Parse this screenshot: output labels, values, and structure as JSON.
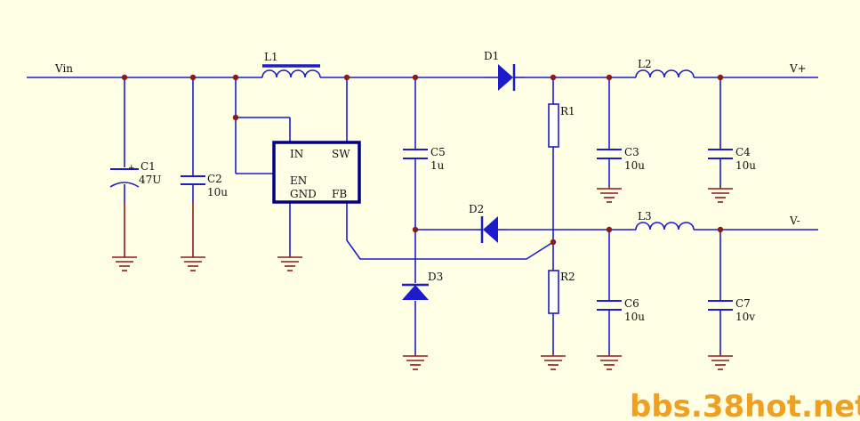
{
  "nets": {
    "vin": "Vin",
    "vpos": "V+",
    "vneg": "V-"
  },
  "ic": {
    "pins": {
      "in": "IN",
      "sw": "SW",
      "en": "EN",
      "gnd": "GND",
      "fb": "FB"
    }
  },
  "inductors": {
    "l1": {
      "name": "L1"
    },
    "l2": {
      "name": "L2"
    },
    "l3": {
      "name": "L3"
    }
  },
  "diodes": {
    "d1": {
      "name": "D1"
    },
    "d2": {
      "name": "D2"
    },
    "d3": {
      "name": "D3"
    }
  },
  "resistors": {
    "r1": {
      "name": "R1"
    },
    "r2": {
      "name": "R2"
    }
  },
  "capacitors": {
    "c1": {
      "name": "C1",
      "value": "47U",
      "polarity": "+"
    },
    "c2": {
      "name": "C2",
      "value": "10u"
    },
    "c3": {
      "name": "C3",
      "value": "10u"
    },
    "c4": {
      "name": "C4",
      "value": "10u"
    },
    "c5": {
      "name": "C5",
      "value": "1u"
    },
    "c6": {
      "name": "C6",
      "value": "10u"
    },
    "c7": {
      "name": "C7",
      "value": "10v"
    }
  },
  "watermark": "bbs.38hot.net",
  "colors": {
    "background": "#ffffe6",
    "wire": "#1c1ccc",
    "ground": "#8b1a1a",
    "junction": "#8b1a1a",
    "watermark": "#f0a020"
  }
}
